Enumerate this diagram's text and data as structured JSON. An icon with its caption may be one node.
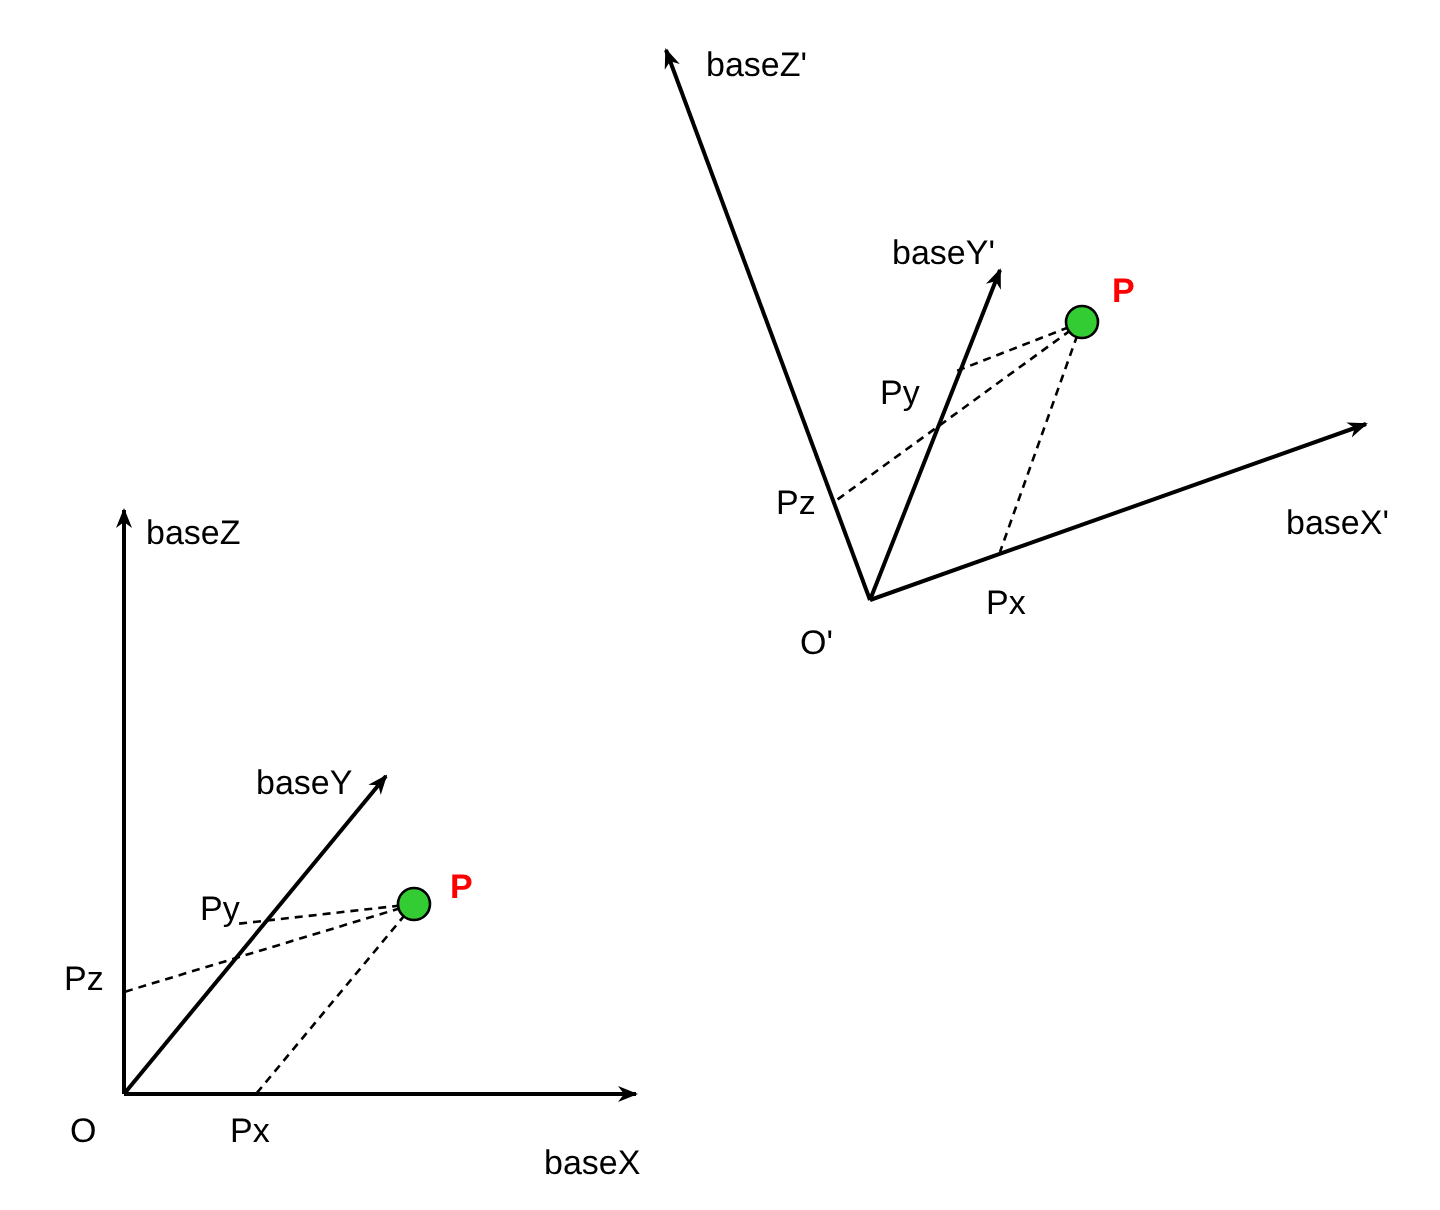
{
  "diagram": {
    "nodes": [
      {
        "text": [],
        "shape": "circle",
        "beside": [
          "P"
        ]
      },
      {
        "text": [],
        "shape": "circle",
        "beside": [
          "P"
        ]
      }
    ],
    "labels": [
      "baseZ'",
      "baseY'",
      "Py",
      "Pz",
      "baseX'",
      "O'",
      "Px",
      "baseZ",
      "baseY",
      "Py",
      "Pz",
      "O",
      "Px",
      "baseX"
    ]
  }
}
